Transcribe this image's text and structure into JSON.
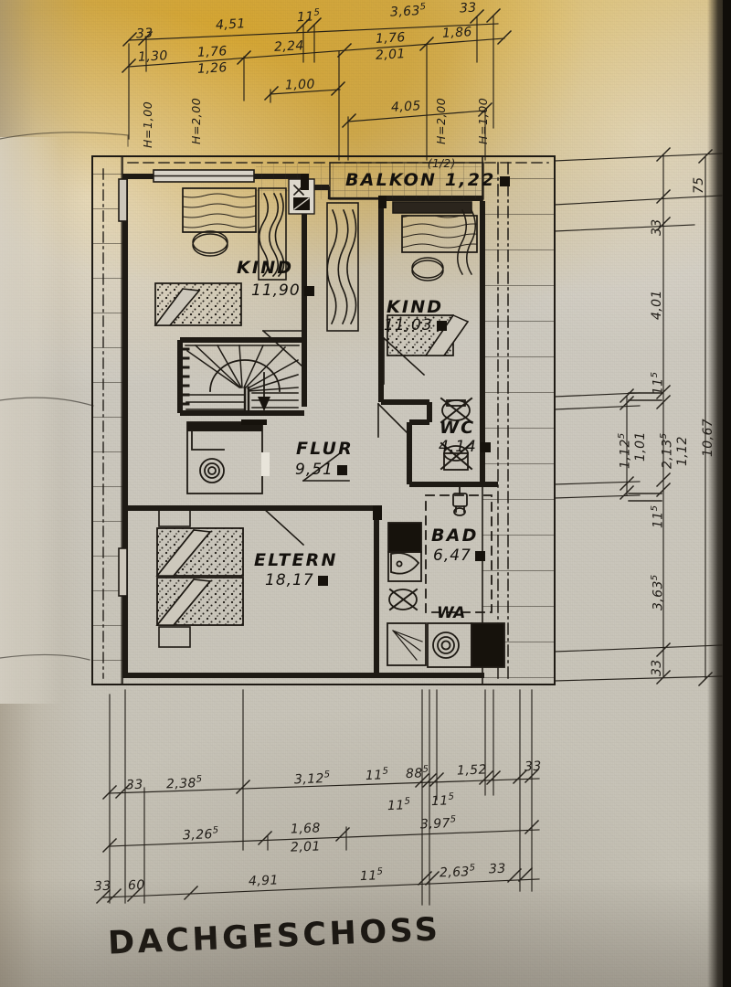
{
  "title": "DACHGESCHOSS",
  "drawing_type": "architectural floor plan (attic storey)",
  "rooms": [
    {
      "name": "KIND",
      "area": "11,90",
      "unit_marker": "m2-square"
    },
    {
      "name": "KIND",
      "area": "11,03",
      "unit_marker": "m2-square"
    },
    {
      "name": "BALKON",
      "area": "1,22",
      "unit_marker": "m2-square",
      "factor": "(1/2)"
    },
    {
      "name": "FLUR",
      "area": "9,51",
      "unit_marker": "m2-square"
    },
    {
      "name": "WC",
      "area": "4,14",
      "unit_marker": "m2-square"
    },
    {
      "name": "BAD",
      "area": "6,47",
      "unit_marker": "m2-square"
    },
    {
      "name": "ELTERN",
      "area": "18,17",
      "unit_marker": "m2-square"
    }
  ],
  "annotations": {
    "appliance_wa": "WA",
    "height_labels": [
      "H=1,00",
      "H=2,00",
      "H=2,00",
      "H=1,00"
    ]
  },
  "dimensions": {
    "top_row_1": [
      "33",
      "4,51",
      "11⁤5",
      "3,63⁤5",
      "33"
    ],
    "top_row_2": [
      "1,30",
      "1,76",
      "2,24",
      "1,76",
      "1,86"
    ],
    "top_row_2b": [
      "1,26",
      "2,01"
    ],
    "top_row_3": [
      "1,00",
      "4,05"
    ],
    "right_col_outer": [
      "75",
      "4,01",
      "2,13⁤5",
      "3,63⁤5"
    ],
    "right_col_inner": [
      "33",
      "11⁤5",
      "1,12⁤5",
      "1,01",
      "1,12",
      "11⁤5",
      "33"
    ],
    "right_total": "10,67",
    "bottom_row_1": [
      "33",
      "2,38⁤5",
      "3,12⁤5",
      "11⁤5",
      "88⁤5",
      "11⁤5",
      "1,52",
      "33"
    ],
    "bottom_row_1b": [
      "11⁤5",
      "11⁤5"
    ],
    "bottom_row_2": [
      "3,26⁤5",
      "1,68",
      "2,01",
      "3,97⁤5"
    ],
    "bottom_row_3": [
      "33",
      "60",
      "4,91",
      "11⁤5",
      "2,63⁤5",
      "33"
    ]
  },
  "dim_labels": {
    "t_33a": "33",
    "t_451": "4,51",
    "t_115a": "11",
    "t_115a_sup": "5",
    "t_3635": "3,63",
    "t_3635_sup": "5",
    "t_33b": "33",
    "t_130": "1,30",
    "t_176a": "1,76",
    "t_126": "1,26",
    "t_224": "2,24",
    "t_176b": "1,76",
    "t_201": "2,01",
    "t_186": "1,86",
    "t_100": "1,00",
    "t_405": "4,05",
    "h1": "H=1,00",
    "h2": "H=2,00",
    "h3": "H=2,00",
    "h4": "H=1,00",
    "r_75": "75",
    "r_33a": "33",
    "r_401": "4,01",
    "r_115a": "11",
    "r_115a_sup": "5",
    "r_1125": "1,12",
    "r_1125_sup": "5",
    "r_101": "1,01",
    "r_2135": "2,13",
    "r_2135_sup": "5",
    "r_112": "1,12",
    "r_115b": "11",
    "r_115b_sup": "5",
    "r_3635": "3,63",
    "r_3635_sup": "5",
    "r_33b": "33",
    "r_1067": "10,67",
    "b_33a": "33",
    "b_2385": "2,38",
    "b_2385_sup": "5",
    "b_3125": "3,12",
    "b_3125_sup": "5",
    "b_115a": "11",
    "b_115a_sup": "5",
    "b_115b": "11",
    "b_115b_sup": "5",
    "b_885": "88",
    "b_885_sup": "5",
    "b_115c": "11",
    "b_115c_sup": "5",
    "b_152": "1,52",
    "b_33b": "33",
    "b_3265": "3,26",
    "b_3265_sup": "5",
    "b_168": "1,68",
    "b_201": "2,01",
    "b_3975": "3,97",
    "b_3975_sup": "5",
    "b_33c": "33",
    "b_60": "60",
    "b_491": "4,91",
    "b_115d": "11",
    "b_115d_sup": "5",
    "b_2635": "2,63",
    "b_2635_sup": "5",
    "b_33d": "33"
  },
  "room_labels": {
    "kind1_name": "KIND",
    "kind1_area": "11,90",
    "kind2_name": "KIND",
    "kind2_area": "11,03",
    "balkon_name": "BALKON",
    "balkon_area": "1,22",
    "balkon_factor": "(1/2)",
    "flur_name": "FLUR",
    "flur_area": "9,51",
    "wc_name": "WC",
    "wc_area": "4,14",
    "bad_name": "BAD",
    "bad_area": "6,47",
    "eltern_name": "ELTERN",
    "eltern_area": "18,17",
    "wa": "WA"
  },
  "colors": {
    "ink": "#1b1814",
    "paper_light": "#d3cabb",
    "paper_shadow": "#bfbbb0",
    "lamp_gold": "#d6a42b",
    "binding_dark": "#16120d"
  }
}
